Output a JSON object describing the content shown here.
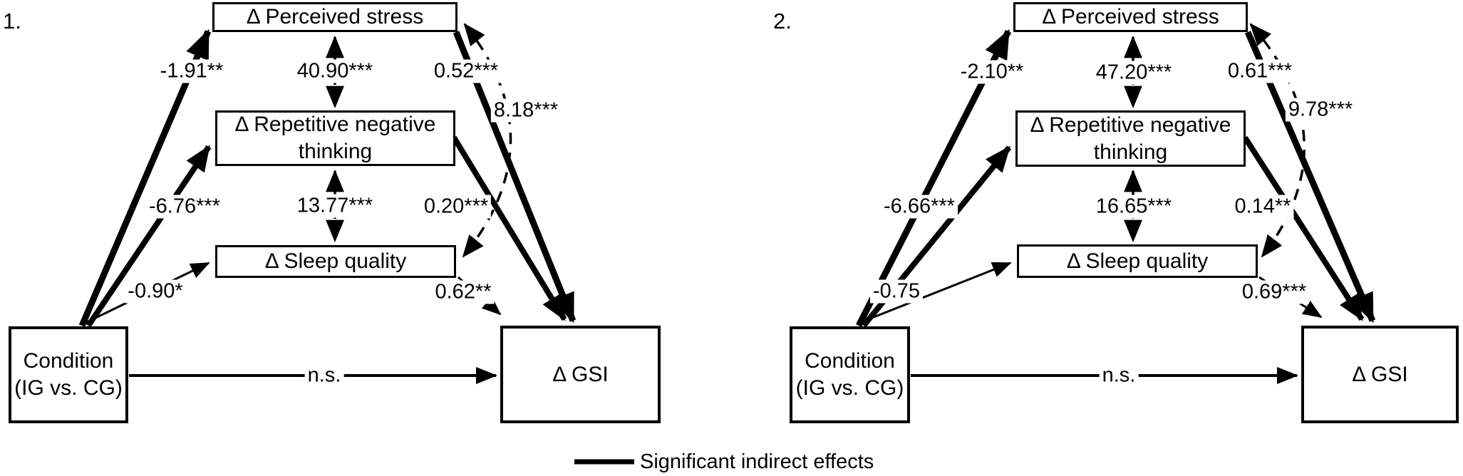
{
  "panels": [
    {
      "number": "1.",
      "nodes": {
        "stress": "Δ Perceived stress",
        "rnt_line1": "Δ Repetitive negative",
        "rnt_line2": "thinking",
        "sleep": "Δ Sleep quality",
        "condition_line1": "Condition",
        "condition_line2": "(IG vs. CG)",
        "gsi": "Δ GSI"
      },
      "coefficients": {
        "condition_to_stress": "-1.91**",
        "stress_rnt_covariance": "40.90***",
        "stress_to_gsi": "0.52***",
        "stress_sleep_covariance": "8.18***",
        "condition_to_rnt": "-6.76***",
        "rnt_sleep_covariance": "13.77***",
        "rnt_to_gsi": "0.20***",
        "condition_to_sleep": "-0.90*",
        "sleep_to_gsi": "0.62**",
        "condition_to_gsi": "n.s."
      }
    },
    {
      "number": "2.",
      "nodes": {
        "stress": "Δ Perceived stress",
        "rnt_line1": "Δ Repetitive negative",
        "rnt_line2": "thinking",
        "sleep": "Δ Sleep quality",
        "condition_line1": "Condition",
        "condition_line2": "(IG vs. CG)",
        "gsi": "Δ GSI"
      },
      "coefficients": {
        "condition_to_stress": "-2.10**",
        "stress_rnt_covariance": "47.20***",
        "stress_to_gsi": "0.61***",
        "stress_sleep_covariance": "9.78***",
        "condition_to_rnt": "-6.66***",
        "rnt_sleep_covariance": "16.65***",
        "rnt_to_gsi": "0.14**",
        "condition_to_sleep": "-0.75",
        "sleep_to_gsi": "0.69***",
        "condition_to_gsi": "n.s."
      }
    }
  ],
  "legend": {
    "label": "Significant indirect effects"
  },
  "colors": {
    "line": "#000000",
    "background": "#ffffff"
  }
}
